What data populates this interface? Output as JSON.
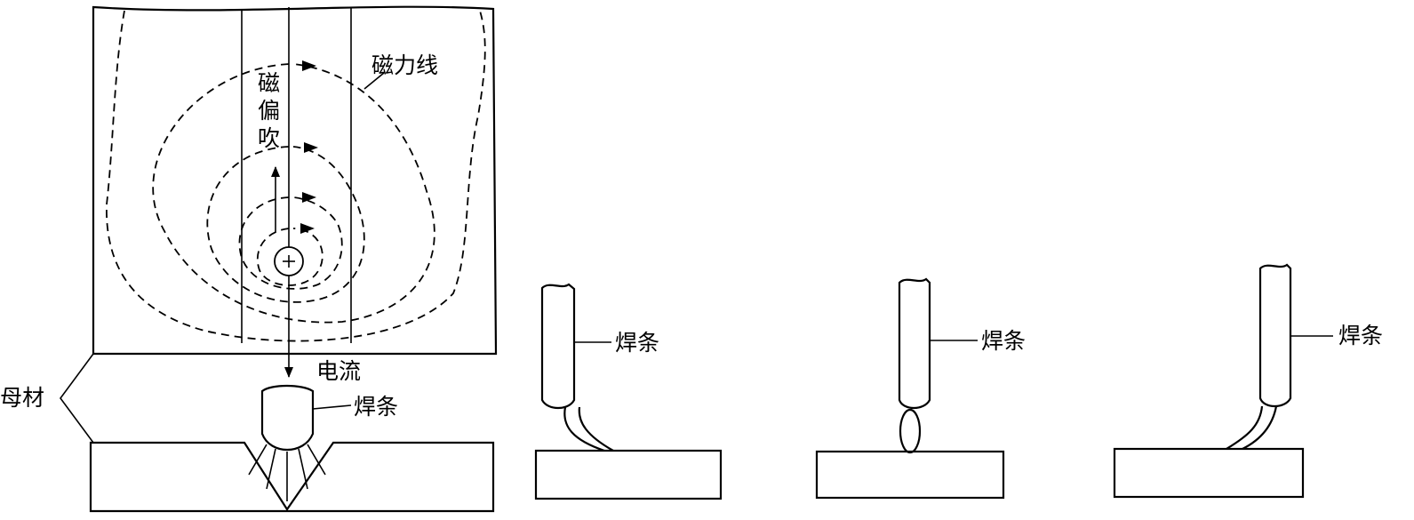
{
  "labels": {
    "magnetic_lines": "磁力线",
    "magnetic_blow": "磁偏吹",
    "current": "电流",
    "base_metal": "母材",
    "electrode": "焊条"
  }
}
